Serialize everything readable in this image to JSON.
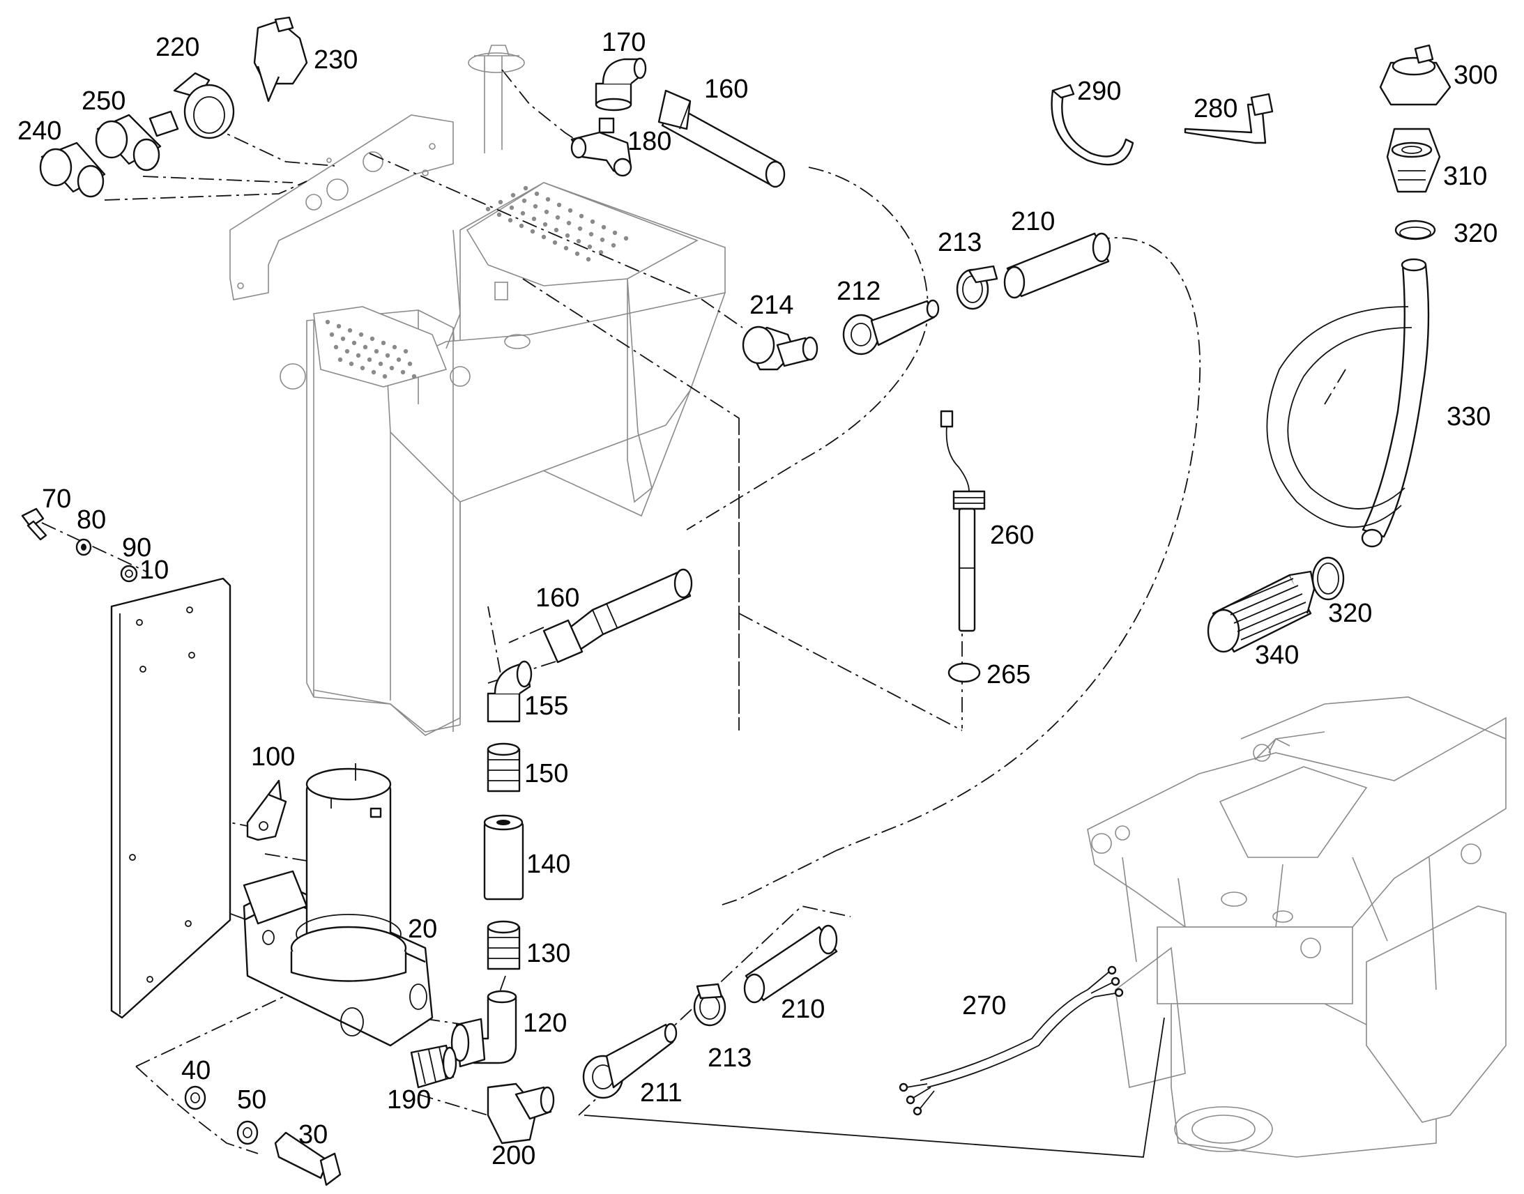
{
  "diagram": {
    "callouts": [
      {
        "id": "c10",
        "label": "10"
      },
      {
        "id": "c20",
        "label": "20"
      },
      {
        "id": "c30",
        "label": "30"
      },
      {
        "id": "c40",
        "label": "40"
      },
      {
        "id": "c50",
        "label": "50"
      },
      {
        "id": "c70",
        "label": "70"
      },
      {
        "id": "c80",
        "label": "80"
      },
      {
        "id": "c90",
        "label": "90"
      },
      {
        "id": "c100",
        "label": "100"
      },
      {
        "id": "c120",
        "label": "120"
      },
      {
        "id": "c130",
        "label": "130"
      },
      {
        "id": "c140",
        "label": "140"
      },
      {
        "id": "c150",
        "label": "150"
      },
      {
        "id": "c155",
        "label": "155"
      },
      {
        "id": "c160a",
        "label": "160"
      },
      {
        "id": "c160b",
        "label": "160"
      },
      {
        "id": "c170",
        "label": "170"
      },
      {
        "id": "c180",
        "label": "180"
      },
      {
        "id": "c190",
        "label": "190"
      },
      {
        "id": "c200",
        "label": "200"
      },
      {
        "id": "c210a",
        "label": "210"
      },
      {
        "id": "c210b",
        "label": "210"
      },
      {
        "id": "c211",
        "label": "211"
      },
      {
        "id": "c212",
        "label": "212"
      },
      {
        "id": "c213a",
        "label": "213"
      },
      {
        "id": "c213b",
        "label": "213"
      },
      {
        "id": "c214",
        "label": "214"
      },
      {
        "id": "c220",
        "label": "220"
      },
      {
        "id": "c230",
        "label": "230"
      },
      {
        "id": "c240",
        "label": "240"
      },
      {
        "id": "c250",
        "label": "250"
      },
      {
        "id": "c260",
        "label": "260"
      },
      {
        "id": "c265",
        "label": "265"
      },
      {
        "id": "c270",
        "label": "270"
      },
      {
        "id": "c280",
        "label": "280"
      },
      {
        "id": "c290",
        "label": "290"
      },
      {
        "id": "c300",
        "label": "300"
      },
      {
        "id": "c310",
        "label": "310"
      },
      {
        "id": "c320a",
        "label": "320"
      },
      {
        "id": "c320b",
        "label": "320"
      },
      {
        "id": "c330",
        "label": "330"
      },
      {
        "id": "c340",
        "label": "340"
      }
    ]
  }
}
